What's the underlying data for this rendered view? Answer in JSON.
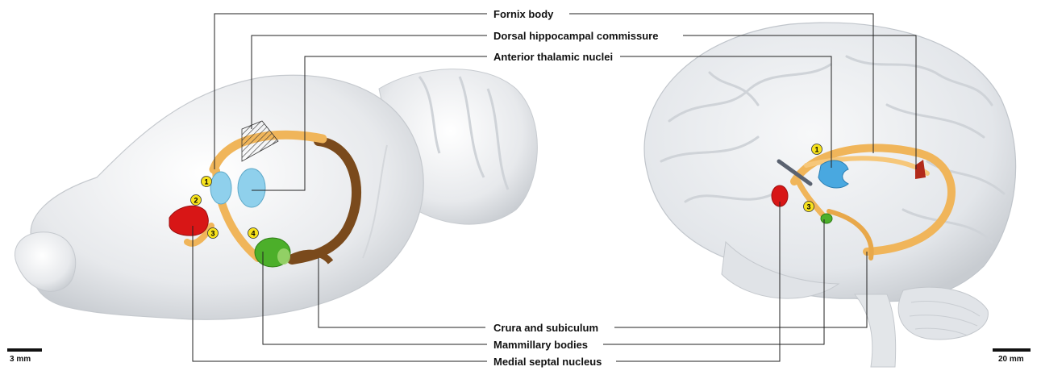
{
  "labels": {
    "fornix_body": "Fornix body",
    "dorsal_hippocampal_commissure": "Dorsal hippocampal  commissure",
    "anterior_thalamic_nuclei": "Anterior thalamic nuclei",
    "crura_and_subiculum": "Crura and subiculum",
    "mammillary_bodies": "Mammillary bodies",
    "medial_septal_nucleus": "Medial septal nucleus"
  },
  "scale_bars": {
    "left": "3 mm",
    "right": "20 mm"
  },
  "markers": {
    "left": [
      "1",
      "2",
      "3",
      "4"
    ],
    "right": [
      "1",
      "3"
    ]
  },
  "colors": {
    "fornix": "#f0b55a",
    "crura": "#7a4a1c",
    "thalamic": "#8fd0ec",
    "mammillary": "#4caf2a",
    "septal": "#d81616",
    "marker": "#f7e21c",
    "brain": "#e9ecef"
  }
}
